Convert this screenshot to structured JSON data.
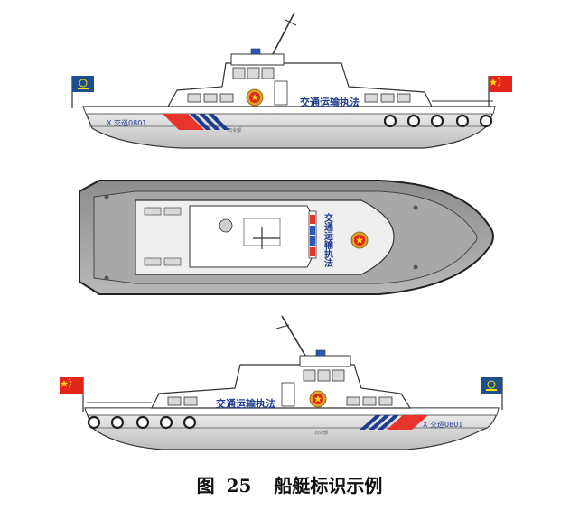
{
  "figure": {
    "caption_prefix": "图",
    "caption_number": "25",
    "caption_title": "船艇标识示例"
  },
  "boat_markings": {
    "agency_text": "交通运输执法",
    "hull_number": "X 交巡0801",
    "small_hull_text": "司令部",
    "flag": "中国国旗",
    "colors": {
      "hull_white": "#ffffff",
      "hull_bottom": "#c9c9c9",
      "deck_gray": "#9a9a9a",
      "dark_outline": "#333333",
      "stripe_red": "#e8342a",
      "stripe_blue": "#1e3c8f",
      "flag_red": "#e3241b",
      "flag_star": "#ffde00",
      "ensign_blue": "#1f4e8c",
      "emblem_gold": "#d9a52b"
    }
  }
}
